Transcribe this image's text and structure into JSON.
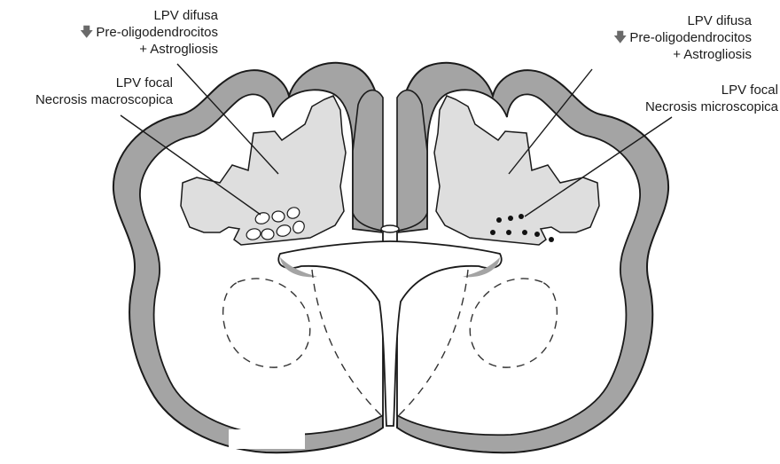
{
  "annotations": {
    "left_diffuse": {
      "title": "LPV difusa",
      "arrow_icon": "down-arrow-icon",
      "line2": "Pre-oligodendrocitos",
      "line3": "+ Astrogliosis"
    },
    "left_focal": {
      "title": "LPV focal",
      "line2": "Necrosis macroscopica"
    },
    "right_diffuse": {
      "title": "LPV difusa",
      "arrow_icon": "down-arrow-icon",
      "line2": "Pre-oligodendrocitos",
      "line3": "+ Astrogliosis"
    },
    "right_focal": {
      "title": "LPV focal",
      "line2": "Necrosis microscopica"
    }
  },
  "colors": {
    "cortex_gray": "#a4a4a4",
    "lesion_fill": "#dedede",
    "outline": "#1a1a1a",
    "white_matter": "#ffffff"
  }
}
